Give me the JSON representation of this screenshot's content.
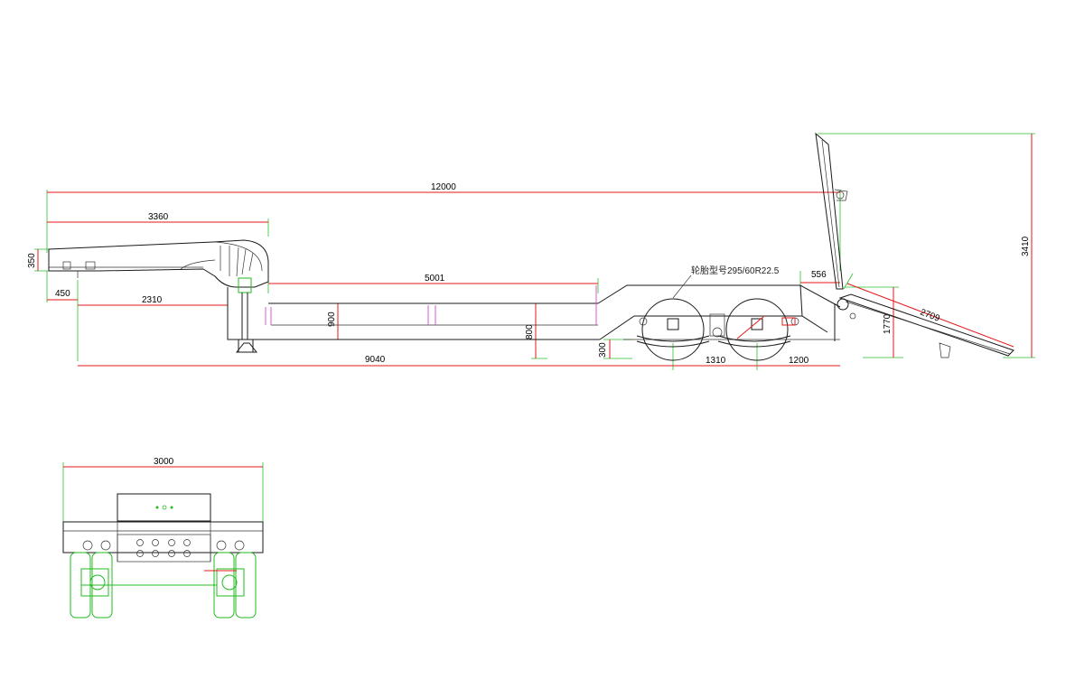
{
  "dimensions": {
    "overall_length": "12000",
    "gooseneck_length": "3360",
    "gooseneck_height": "350",
    "king_pin_offset": "450",
    "front_overhang": "2310",
    "well_length": "5001",
    "deck_height": "900",
    "loading_height": "800",
    "ground_clearance": "300",
    "base_length": "9040",
    "axle_spacing": "1310",
    "rear_overhang": "1200",
    "ramp_offset": "556",
    "ramp_rise": "1770",
    "ramp_length": "2709",
    "overall_height": "3410",
    "overall_width": "3000"
  },
  "annotations": {
    "tire_model": "轮胎型号295/60R22.5"
  }
}
